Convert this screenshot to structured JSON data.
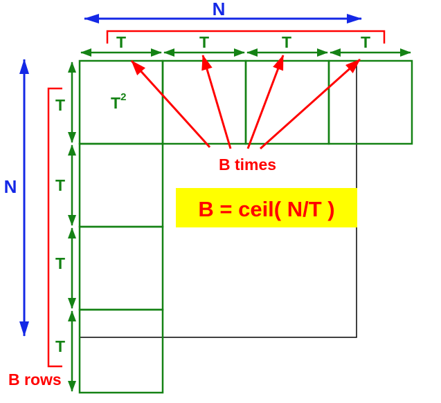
{
  "labels": {
    "n_top": "N",
    "n_left": "N",
    "tile_label": "T",
    "tile_area": "T",
    "tile_area_exp": "2",
    "b_times": "B times",
    "formula": "B = ceil( N/T )",
    "b_rows": "B rows"
  },
  "colors": {
    "blue": "#1428e6",
    "red": "#ff0000",
    "green": "#148214",
    "black": "#000000",
    "highlight": "#ffff00"
  }
}
